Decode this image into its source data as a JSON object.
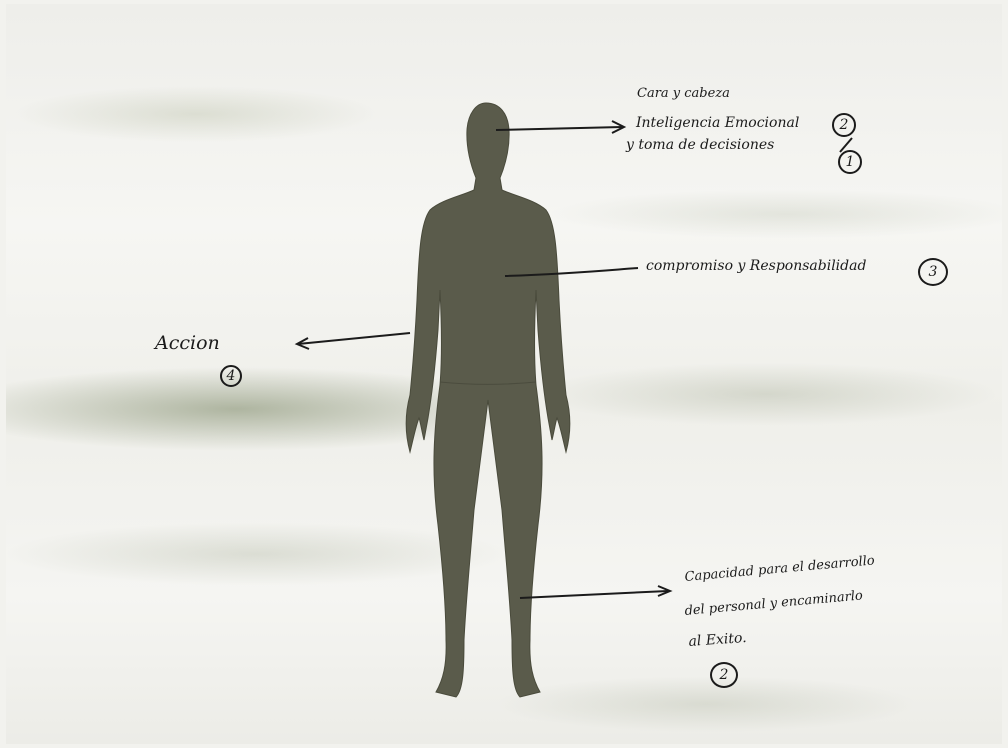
{
  "labels": {
    "head_line1": "Cara y cabeza",
    "head_line2": "Inteligencia Emocional",
    "head_line3": "y toma de decisiones",
    "chest": "compromiso y Responsabilidad",
    "arm": "Accion",
    "leg_line1": "Capacidad para el desarrollo",
    "leg_line2": "del personal y encaminarlo",
    "leg_line3": "al Exito."
  },
  "numbers": {
    "head_a": "2",
    "head_b": "1",
    "chest": "3",
    "arm": "4",
    "leg": "2"
  },
  "colors": {
    "figure": "#5a5b4b",
    "ink": "#1b1b1b",
    "paper": "#f2f2ee"
  }
}
